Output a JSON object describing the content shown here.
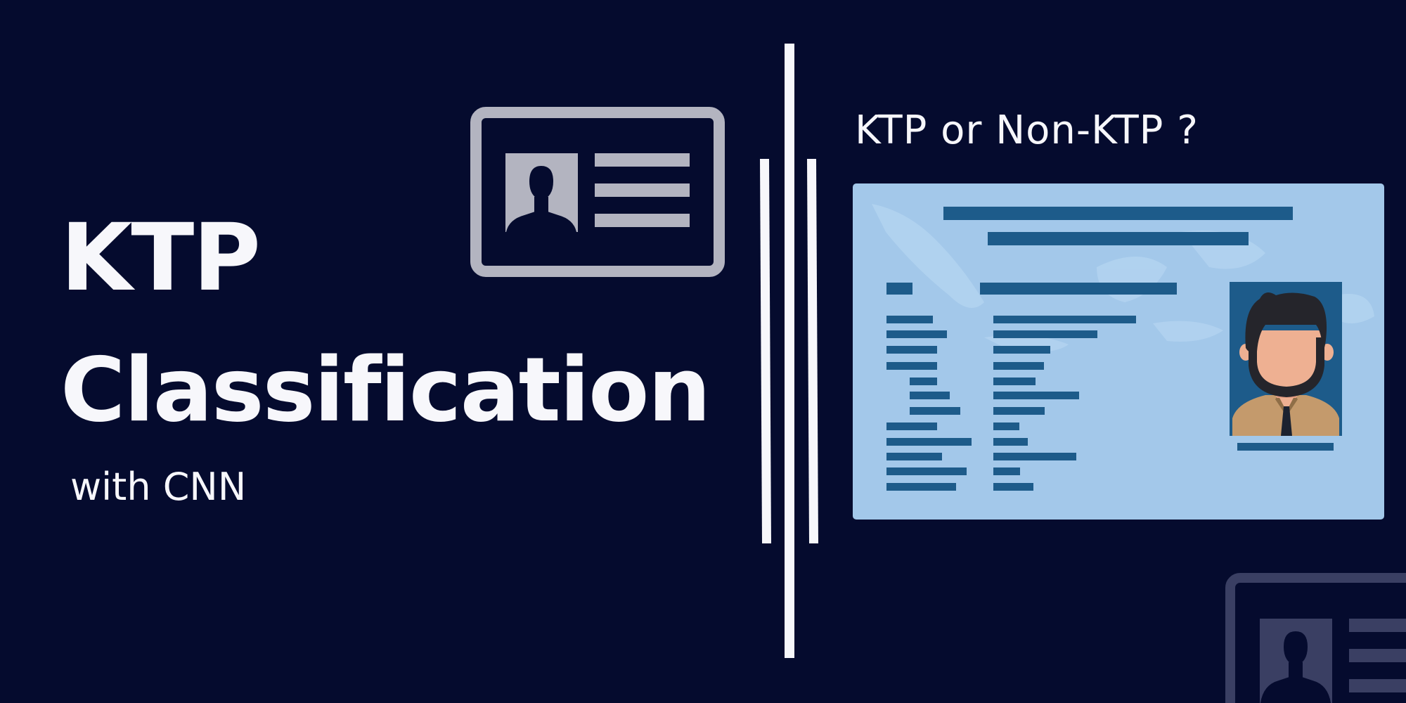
{
  "title": {
    "line1": "KTP",
    "line2": "Classification",
    "line3": "with CNN"
  },
  "question": "KTP or Non-KTP ?",
  "icons": {
    "id_card": "id-card-icon",
    "person": "person-silhouette-icon",
    "ktp_card": "ktp-card-illustration",
    "portrait": "man-portrait-illustration"
  },
  "colors": {
    "background": "#050b2e",
    "text": "#f7f7fb",
    "icon_gray": "#b3b4c0",
    "card_light_blue": "#a3c8ea",
    "card_dark_blue": "#1d5b8a",
    "faded_icon": "#3a3f63"
  }
}
